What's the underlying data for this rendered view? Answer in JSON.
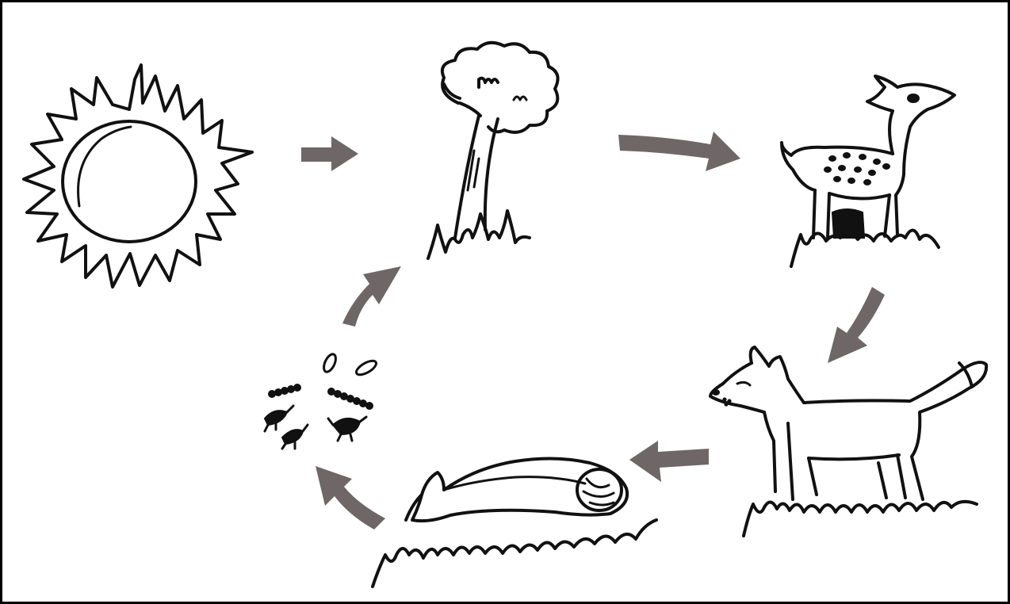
{
  "diagram": {
    "kind": "food-chain-cycle",
    "colors": {
      "ink": "#111111",
      "arrow": "#6f6767",
      "background": "#ffffff",
      "frame": "#000000"
    },
    "nodes": [
      {
        "id": "sun",
        "icon": "sun-icon"
      },
      {
        "id": "tree",
        "icon": "tree-icon"
      },
      {
        "id": "deer",
        "icon": "deer-icon"
      },
      {
        "id": "fox",
        "icon": "fox-icon"
      },
      {
        "id": "dead-animal",
        "icon": "dead-animal-icon"
      },
      {
        "id": "decomposers",
        "icon": "decomposers-icon"
      }
    ],
    "edges": [
      {
        "from": "sun",
        "to": "tree"
      },
      {
        "from": "tree",
        "to": "deer"
      },
      {
        "from": "deer",
        "to": "fox"
      },
      {
        "from": "fox",
        "to": "dead-animal"
      },
      {
        "from": "dead-animal",
        "to": "decomposers"
      },
      {
        "from": "decomposers",
        "to": "tree"
      }
    ]
  }
}
